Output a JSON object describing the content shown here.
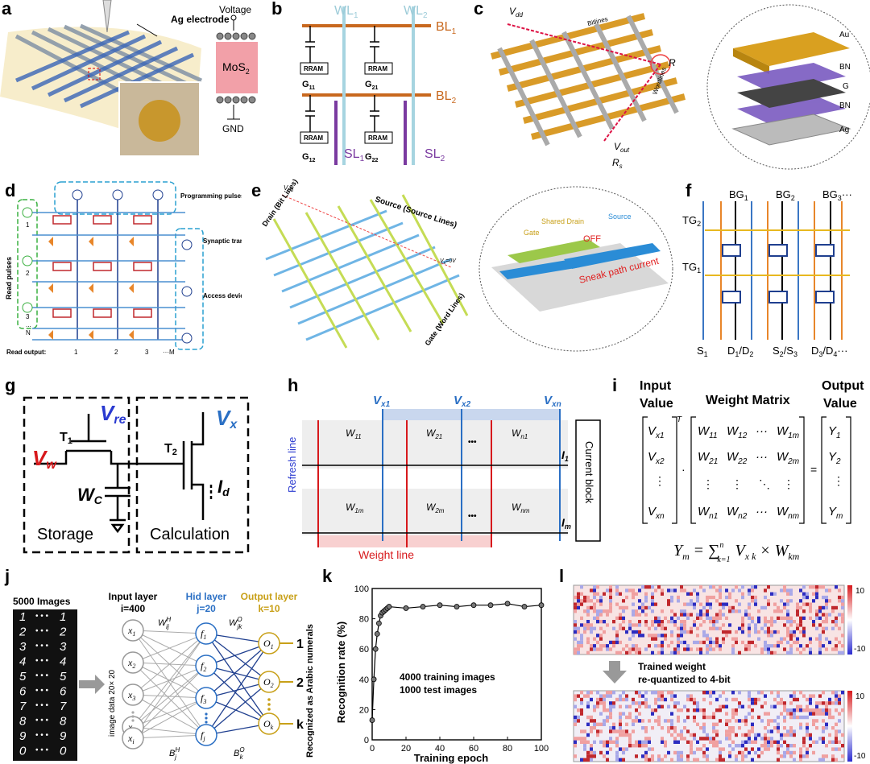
{
  "panels": {
    "a": {
      "letter": "a",
      "ag": "Ag electrode",
      "voltage": "Voltage",
      "mos2": "MoS",
      "mos2_sub": "2",
      "gnd": "GND"
    },
    "b": {
      "letter": "b",
      "wl1": "WL",
      "wl1_sub": "1",
      "wl2": "WL",
      "wl2_sub": "2",
      "bl1": "BL",
      "bl1_sub": "1",
      "bl2": "BL",
      "bl2_sub": "2",
      "rram": "RRAM",
      "sl1": "SL",
      "sl1_sub": "1",
      "sl2": "SL",
      "sl2_sub": "2",
      "g11": "G",
      "g11_sub": "11",
      "g21": "G",
      "g21_sub": "21",
      "g12": "G",
      "g12_sub": "12",
      "g22": "G",
      "g22_sub": "22"
    },
    "c": {
      "letter": "c",
      "vdd": "V",
      "vdd_sub": "dd",
      "bitlines": "Bitlines",
      "wordlines": "Wordlines",
      "vout": "V",
      "vout_sub": "out",
      "rs": "R",
      "rs_sub": "s",
      "r": "R",
      "au": "Au",
      "bn1": "BN",
      "g": "G",
      "bn2": "BN",
      "ag": "Ag"
    },
    "d": {
      "letter": "d",
      "prog": "Programming pulses",
      "read_pulses": "Read pulses",
      "synaptic": "Synaptic transistor",
      "access": "Access device",
      "read_output": "Read output:",
      "rows": [
        "1",
        "2",
        "3",
        "N"
      ],
      "dots": "...",
      "cols": [
        "1",
        "2",
        "3",
        "···M"
      ]
    },
    "e": {
      "letter": "e",
      "drain": "Drain (Bit Lines)",
      "source": "Source (Source Lines)",
      "gate": "Gate (Word Lines)",
      "vdd": "V",
      "vdd_sub": "dd",
      "vs": "V",
      "vs_sub": "s",
      "vs_val": "=0V",
      "shared_drain": "Shared Drain",
      "gate2": "Gate",
      "source2": "Source",
      "off": "OFF",
      "sneak": "Sneak path current"
    },
    "f": {
      "letter": "f",
      "bg1": "BG",
      "bg1_sub": "1",
      "bg2": "BG",
      "bg2_sub": "2",
      "bg3": "BG",
      "bg3_sub": "3",
      "bg3_more": "···",
      "tg2": "TG",
      "tg2_sub": "2",
      "tg1": "TG",
      "tg1_sub": "1",
      "s1": "S",
      "s1_sub": "1",
      "d1d2": "D",
      "d1d2_a": "1",
      "d1d2_b": "/D",
      "d1d2_c": "2",
      "s2s3": "S",
      "s2s3_a": "2",
      "s2s3_b": "/S",
      "s2s3_c": "3",
      "d3d4": "D",
      "d3d4_a": "3",
      "d3d4_b": "/D",
      "d3d4_c": "4",
      "d3d4_more": "···"
    },
    "g": {
      "letter": "g",
      "vre": "V",
      "vre_sub": "re",
      "vx": "V",
      "vx_sub": "x",
      "vw": "V",
      "vw_sub": "w",
      "t1": "T",
      "t1_sub": "1",
      "t2": "T",
      "t2_sub": "2",
      "wc": "W",
      "wc_sub": "C",
      "id": "I",
      "id_sub": "d",
      "storage": "Storage",
      "calculation": "Calculation"
    },
    "h": {
      "letter": "h",
      "vx1": "V",
      "vx1_sub": "x1",
      "vx2": "V",
      "vx2_sub": "x2",
      "vxn": "V",
      "vxn_sub": "xn",
      "refresh": "Refresh line",
      "w11": "W",
      "w11_sub": "11",
      "w21": "W",
      "w21_sub": "21",
      "wn1": "W",
      "wn1_sub": "n1",
      "w1m": "W",
      "w1m_sub": "1m",
      "w2m": "W",
      "w2m_sub": "2m",
      "wnm": "W",
      "wnm_sub": "nm",
      "i1": "I",
      "i1_sub": "1",
      "im": "I",
      "im_sub": "m",
      "current_block": "Current block",
      "weight_line": "Weight line",
      "dots": "•••"
    },
    "i": {
      "letter": "i",
      "input": "Input",
      "value1": "Value",
      "weight_matrix": "Weight Matrix",
      "output": "Output",
      "value2": "Value",
      "vx1": "V",
      "vx1_sub": "x1",
      "vx2": "V",
      "vx2_sub": "x2",
      "vxn": "V",
      "vxn_sub": "xn",
      "T": "T",
      "w11": "W",
      "w11_sub": "11",
      "w12": "W",
      "w12_sub": "12",
      "w1m": "W",
      "w1m_sub": "1m",
      "w21": "W",
      "w21_sub": "21",
      "w22": "W",
      "w22_sub": "22",
      "w2m": "W",
      "w2m_sub": "2m",
      "wn1": "W",
      "wn1_sub": "n1",
      "wn2": "W",
      "wn2_sub": "n2",
      "wnm": "W",
      "wnm_sub": "nm",
      "y1": "Y",
      "y1_sub": "1",
      "y2": "Y",
      "y2_sub": "2",
      "ym": "Y",
      "ym_sub": "m",
      "formula_lhs": "Y",
      "formula_lhs_sub": "m",
      "formula_eq": "=",
      "formula_sum": "∑",
      "formula_sum_sup": "n",
      "formula_sum_sub": "k=1",
      "formula_v": "V",
      "formula_v_sub": "x k",
      "formula_times": "×",
      "formula_w": "W",
      "formula_w_sub": "km",
      "cdots": "···"
    },
    "j": {
      "letter": "j",
      "images": "5000 Images",
      "input_layer": "Input layer",
      "input_i": "i=400",
      "hid_layer": "Hid layer",
      "hid_j": "j=20",
      "out_layer": "Output layer",
      "out_k": "k=10",
      "image_data": "image data 20× 20",
      "recognized": "Recognized as Arabic numerals",
      "wH": "W",
      "wH_sub": "ij",
      "wH_sup": "H",
      "wO": "W",
      "wO_sub": "jk",
      "wO_sup": "O",
      "bH": "B",
      "bH_sub": "j",
      "bH_sup": "H",
      "bO": "B",
      "bO_sub": "k",
      "bO_sup": "O",
      "x": [
        "x",
        "x",
        "x",
        "x",
        "x"
      ],
      "x_sub": [
        "1",
        "2",
        "3",
        "4",
        "i"
      ],
      "f": [
        "f",
        "f",
        "f",
        "f"
      ],
      "f_sub": [
        "1",
        "2",
        "3",
        "j"
      ],
      "o": [
        "O",
        "O",
        "O"
      ],
      "o_sub": [
        "1",
        "2",
        "k"
      ],
      "out_labels": [
        "1",
        "2",
        "k"
      ],
      "digits": [
        "1",
        "2",
        "3",
        "4",
        "5",
        "6",
        "7",
        "8",
        "9",
        "0"
      ]
    },
    "k": {
      "letter": "k",
      "annot1": "4000 training images",
      "annot2": "1000 test images"
    },
    "l": {
      "letter": "l",
      "cb_top_max": "10",
      "cb_top_min": "-10",
      "cb_bot_max": "10",
      "cb_bot_min": "-10",
      "trained1": "Trained weight",
      "trained2": "re-quantized to 4-bit"
    }
  },
  "colors": {
    "bl": "#c8681e",
    "wl": "#a6d4e0",
    "sl": "#7a3aa0",
    "red": "#d7191c",
    "blue": "#2a6fc4",
    "gold": "#c8a018",
    "navy": "#1f3f8f",
    "green": "#8dc63f"
  },
  "chart_data": {
    "type": "line",
    "xlabel": "Training epoch",
    "ylabel": "Recognition rate (%)",
    "xlim": [
      0,
      100
    ],
    "ylim": [
      0,
      100
    ],
    "xticks": [
      0,
      20,
      40,
      60,
      80,
      100
    ],
    "yticks": [
      0,
      20,
      40,
      60,
      80,
      100
    ],
    "x": [
      0,
      1,
      2,
      3,
      4,
      5,
      6,
      7,
      8,
      9,
      10,
      20,
      30,
      40,
      50,
      60,
      70,
      80,
      90,
      100
    ],
    "y": [
      13,
      40,
      60,
      70,
      77,
      82,
      84,
      85,
      86,
      87,
      88,
      87,
      88,
      89,
      88,
      89,
      89,
      90,
      88,
      89
    ],
    "marker": "circle",
    "grid": false
  }
}
